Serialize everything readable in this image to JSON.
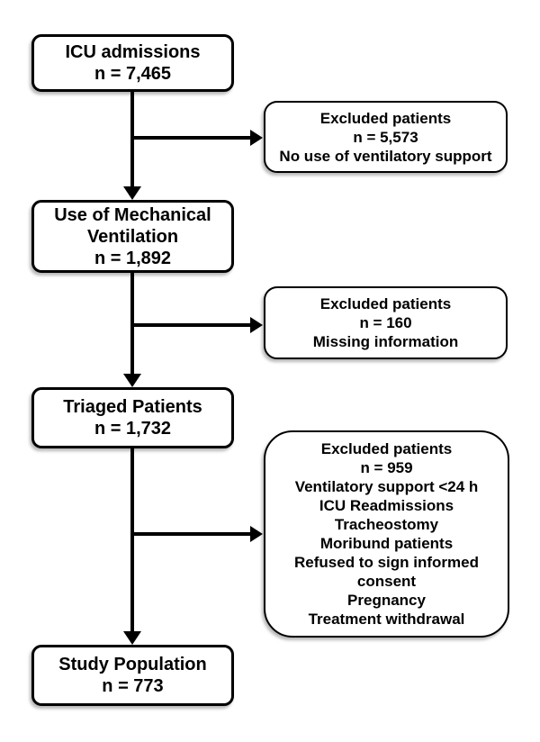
{
  "flow": {
    "colors": {
      "box_border": "#000000",
      "box_fill": "#ffffff",
      "arrow": "#000000",
      "page_background": "#ffffff"
    },
    "main_boxes": [
      {
        "id": "icu-admissions",
        "lines": [
          "ICU admissions",
          "n = 7,465"
        ]
      },
      {
        "id": "mechanical-ventilation",
        "lines": [
          "Use of Mechanical",
          "Ventilation",
          "n = 1,892"
        ]
      },
      {
        "id": "triaged-patients",
        "lines": [
          "Triaged Patients",
          "n = 1,732"
        ]
      },
      {
        "id": "study-population",
        "lines": [
          "Study Population",
          "n = 773"
        ]
      }
    ],
    "excluded_boxes": [
      {
        "id": "excluded-no-ventilatory-support",
        "lines": [
          "Excluded patients",
          "n = 5,573",
          "No use of ventilatory support"
        ]
      },
      {
        "id": "excluded-missing-information",
        "lines": [
          "Excluded patients",
          "n = 160",
          "Missing information"
        ]
      },
      {
        "id": "excluded-other-criteria",
        "lines": [
          "Excluded patients",
          "n = 959",
          "Ventilatory support <24 h",
          "ICU Readmissions",
          "Tracheostomy",
          "Moribund patients",
          "Refused to sign informed consent",
          "Pregnancy",
          "Treatment withdrawal"
        ]
      }
    ]
  }
}
